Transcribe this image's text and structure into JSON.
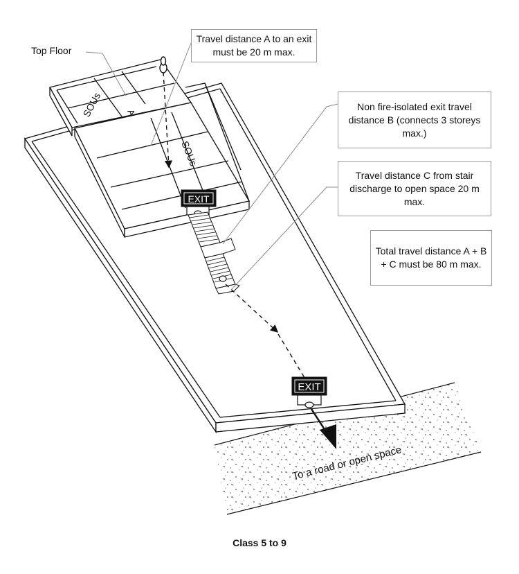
{
  "diagram": {
    "caption": "Class 5 to 9",
    "top_floor_label": "Top Floor",
    "callouts": {
      "a": "Travel distance A to an exit must be 20 m max.",
      "b": "Non fire-isolated exit travel distance B (connects 3 storeys max.)",
      "c": "Travel distance C from stair discharge to open space 20 m max.",
      "total": "Total travel distance A + B + C must be 80 m max."
    },
    "room_labels": [
      "SOUs",
      "SOUs"
    ],
    "path_label": "A",
    "exit_signs": [
      "EXIT",
      "EXIT"
    ],
    "ground_label": "To a road or open space",
    "colors": {
      "line": "#111111",
      "callout_border": "#9a9a9a",
      "leader": "#8a8a8a",
      "sign_bg": "#111111",
      "sign_text": "#ffffff"
    }
  }
}
